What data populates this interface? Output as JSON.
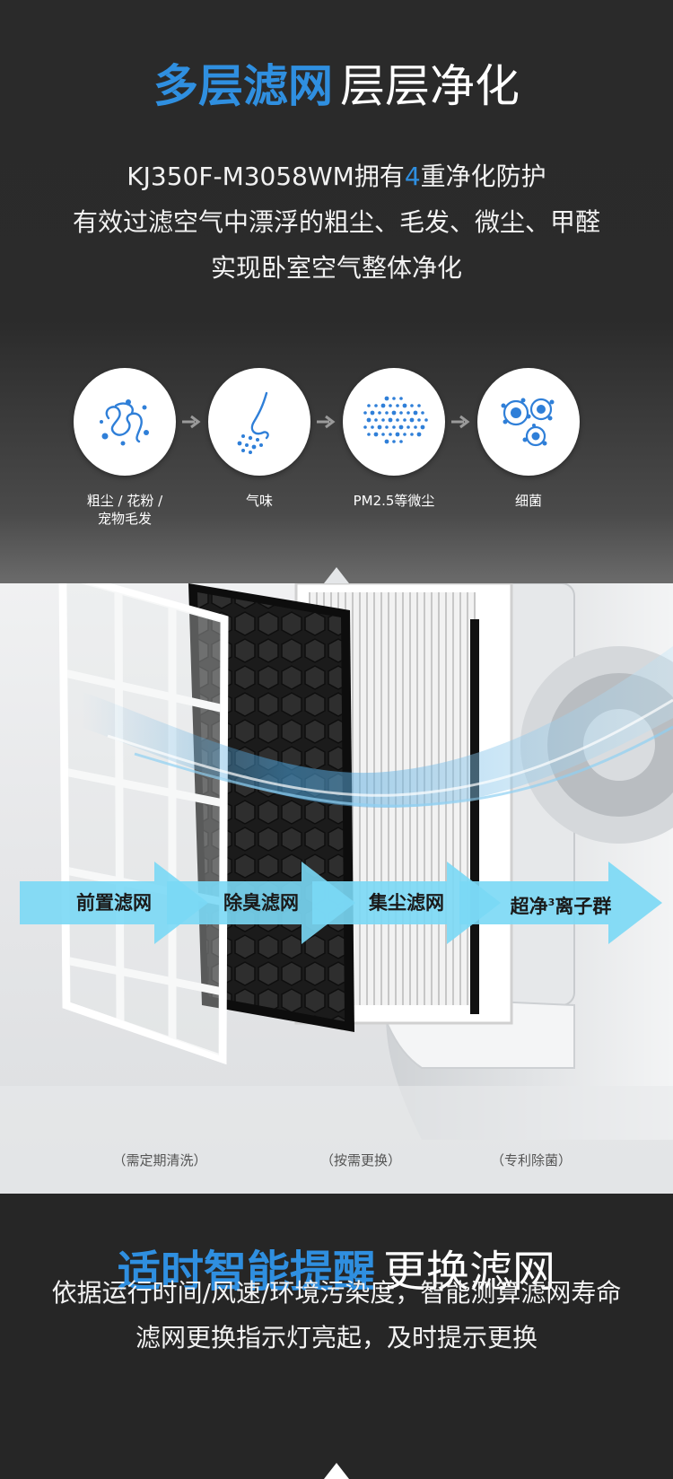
{
  "section1": {
    "headline_blue": "多层滤网",
    "headline_white": "层层净化",
    "desc_line1_prefix": "KJ350F-M3058WM拥有",
    "desc_line1_number": "4",
    "desc_line1_suffix": "重净化防护",
    "desc_line2": "有效过滤空气中漂浮的粗尘、毛发、微尘、甲醛",
    "desc_line3": "实现卧室空气整体净化",
    "icons": [
      {
        "icon": "dust-hair-icon",
        "label_line1": "粗尘 / 花粉 /",
        "label_line2": "宠物毛发"
      },
      {
        "icon": "nose-odor-icon",
        "label_line1": "气味",
        "label_line2": ""
      },
      {
        "icon": "fine-dust-icon",
        "label_line1": "PM2.5等微尘",
        "label_line2": ""
      },
      {
        "icon": "bacteria-icon",
        "label_line1": "细菌",
        "label_line2": ""
      }
    ]
  },
  "section2": {
    "stages": [
      {
        "label": "前置滤网"
      },
      {
        "label": "除臭滤网"
      },
      {
        "label": "集尘滤网"
      },
      {
        "label_main": "超净",
        "label_sup": "3",
        "label_tail": "离子群"
      }
    ],
    "notes": [
      "（需定期清洗）",
      "（按需更换）",
      "（专利除菌）"
    ]
  },
  "section3": {
    "headline_blue": "适时智能提醒",
    "headline_white": "更换滤网",
    "desc_line1": "依据运行时间/风速/环境污染度，智能测算滤网寿命",
    "desc_line2": "滤网更换指示灯亮起，及时提示更换"
  },
  "colors": {
    "accent_blue": "#2f8fe0",
    "background_dark": "#262626",
    "flow_arrow": "#7ad8f5"
  }
}
